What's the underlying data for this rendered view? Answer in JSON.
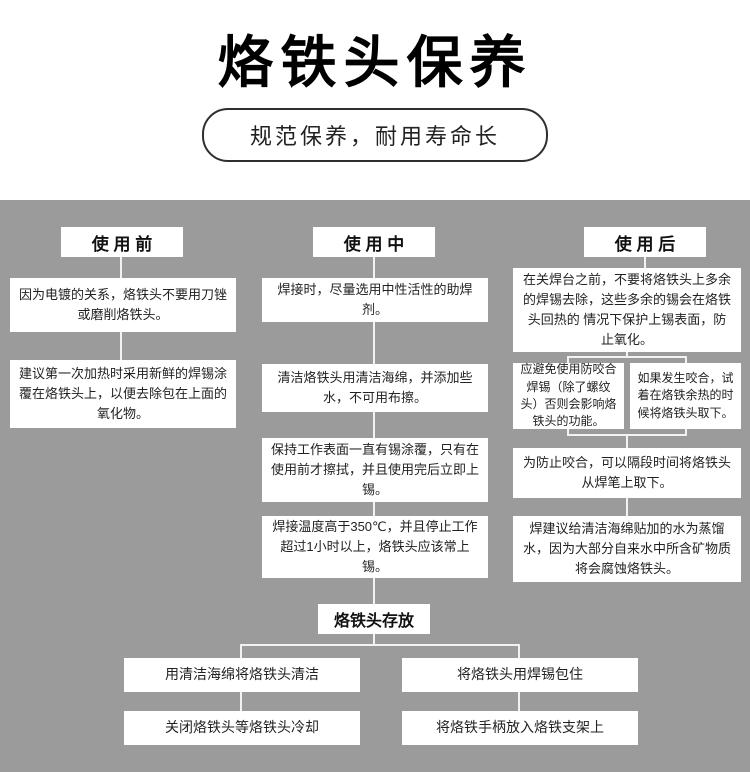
{
  "page": {
    "title": "烙铁头保养",
    "subtitle": "规范保养，耐用寿命长"
  },
  "columns": {
    "before": {
      "header": "使 用 前",
      "box1": "因为电镀的关系，烙铁头不要用刀锉或磨削烙铁头。",
      "box2": "建议第一次加热时采用新鲜的焊锡涂覆在烙铁头上，以便去除包在上面的氧化物。"
    },
    "during": {
      "header": "使 用 中",
      "box1": "焊接时，尽量选用中性活性的助焊剂。",
      "box2": "清洁烙铁头用清洁海绵，并添加些水，不可用布擦。",
      "box3": "保持工作表面一直有锡涂覆，只有在使用前才擦拭，并且使用完后立即上锡。",
      "box4": "焊接温度高于350℃，并且停止工作超过1小时以上，烙铁头应该常上锡。"
    },
    "after": {
      "header": "使 用 后",
      "box1": "在关焊台之前，不要将烙铁头上多余的焊锡去除，这些多余的锡会在烙铁头回热的 情况下保护上锡表面，防止氧化。",
      "box2a": "应避免使用防咬合焊锡（除了螺纹头）否则会影响烙铁头的功能。",
      "box2b": "如果发生咬合，试着在烙铁余热的时候将烙铁头取下。",
      "box3": "为防止咬合，可以隔段时间将烙铁头从焊笔上取下。",
      "box4": "焊建议给清洁海绵贴加的水为蒸馏水，因为大部分自来水中所含矿物质将会腐蚀烙铁头。"
    }
  },
  "storage": {
    "header": "烙铁头存放",
    "left_box1": "用清洁海绵将烙铁头清洁",
    "left_box2": "关闭烙铁头等烙铁头冷却",
    "right_box1": "将烙铁头用焊锡包住",
    "right_box2": "将烙铁手柄放入烙铁支架上"
  },
  "colors": {
    "background": "#9b9b9b",
    "box": "#ffffff",
    "title": "#000000",
    "connector": "#f2f2f2"
  }
}
